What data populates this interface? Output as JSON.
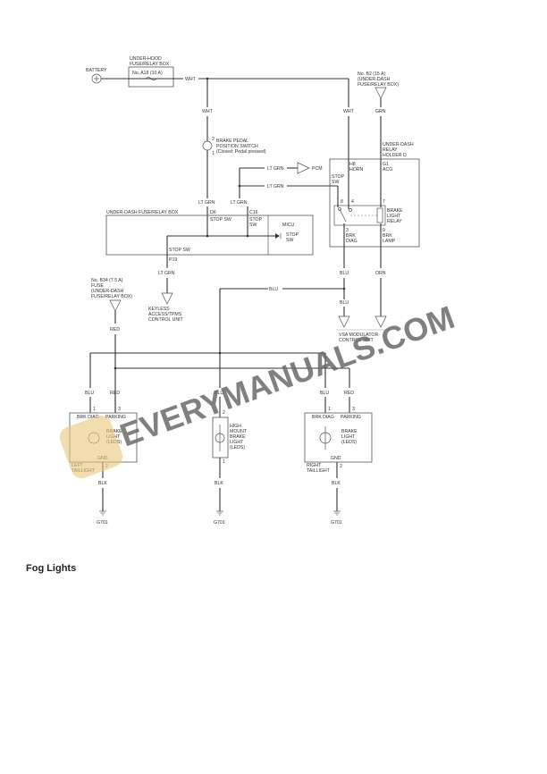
{
  "diagram": {
    "battery": "BATTERY",
    "underhood_box": [
      "UNDER-HOOD",
      "FUSE/RELAY BOX"
    ],
    "fuse_a18": "No. A18 (10 A)",
    "fuse_b2": [
      "No. B2 (15 A)",
      "(UNDER-DASH",
      "FUSE/RELAY BOX)"
    ],
    "fuse_b34": [
      "No. B34 (7.5 A)",
      "FUSE",
      "(UNDER-DASH",
      "FUSE/RELAY BOX)"
    ],
    "brake_switch": [
      "BRAKE PEDAL",
      "POSITION SWITCH",
      "(Closed: Pedal pressed)"
    ],
    "brake_switch_pins": [
      "2",
      "1"
    ],
    "relay_holder": [
      "UNDER-DASH",
      "RELAY",
      "HOLDER D"
    ],
    "relay_pins": {
      "h8": "H8",
      "horn": "HORN",
      "g1": "G1",
      "acg": "ACG",
      "stop_sw": [
        "STOP",
        "SW"
      ],
      "p8": "8",
      "p4": "4",
      "p7": "7",
      "p3": "3",
      "p9": "9",
      "brk_diag": [
        "BRK",
        "DIAG"
      ],
      "brk_lamp": [
        "BRK",
        "LAMP"
      ]
    },
    "relay_name": [
      "BRAKE",
      "LIGHT",
      "RELAY"
    ],
    "pcm": "PCM",
    "underdash_box": "UNDER-DASH FUSE/RELAY BOX",
    "d6": "D6",
    "c16": "C16",
    "stop_sw_label": "STOP SW",
    "stop_sw_two": [
      "STOP",
      "SW"
    ],
    "micu": "MICU",
    "p19": "P19",
    "keyless": [
      "KEYLESS",
      "ACCESS/TPMS",
      "CONTROL UNIT"
    ],
    "vsa": [
      "VSA MODULATOR-",
      "CONTROL UNIT"
    ],
    "wires": {
      "wht": "WHT",
      "grn": "GRN",
      "lt_grn": "LT GRN",
      "blu": "BLU",
      "orn": "ORN",
      "red": "RED",
      "blk": "BLK"
    },
    "left_taillight": {
      "pin1": "1",
      "pin3": "3",
      "pin2": "2",
      "brk_diag": "BRK DIAG",
      "parking": "PARKING",
      "light": [
        "BRAKE",
        "LIGHT",
        "(LEDS)"
      ],
      "gnd": "GND",
      "name": [
        "LEFT",
        "TAILLIGHT"
      ]
    },
    "high_mount": {
      "pin2": "2",
      "pin1": "1",
      "name": [
        "HIGH",
        "MOUNT",
        "BRAKE",
        "LIGHT",
        "(LEDS)"
      ]
    },
    "right_taillight": {
      "pin1": "1",
      "pin3": "3",
      "pin2": "2",
      "brk_diag": "BRK DIAG",
      "parking": "PARKING",
      "light": [
        "BRAKE",
        "LIGHT",
        "(LEDS)"
      ],
      "gnd": "GND",
      "name": [
        "RIGHT",
        "TAILLIGHT"
      ]
    },
    "ground": "G701"
  },
  "watermark": "EVERYMANUALS.COM",
  "section_title": "Fog Lights"
}
